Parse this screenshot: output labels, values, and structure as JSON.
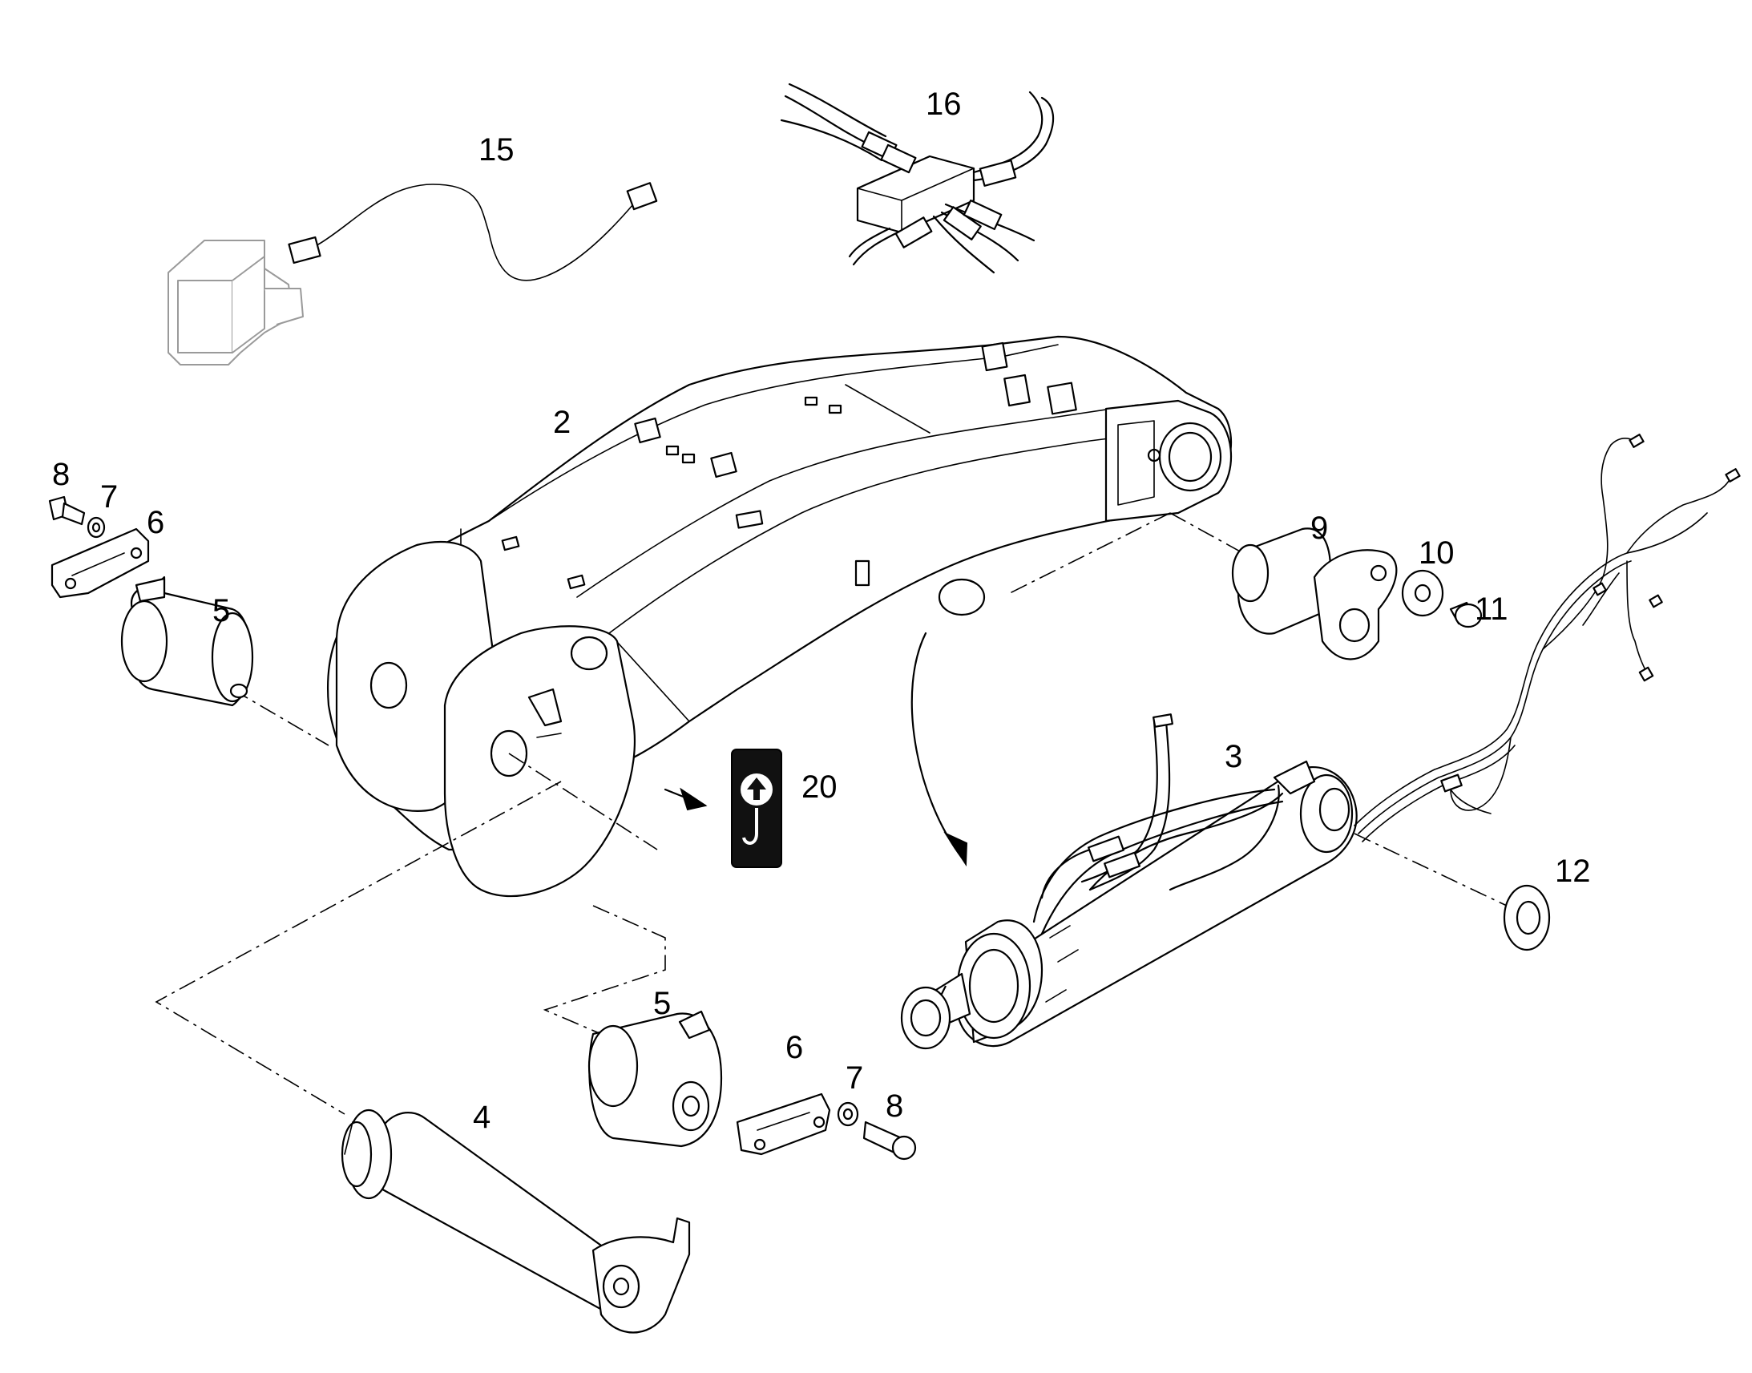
{
  "callouts": {
    "c2": "2",
    "c3": "3",
    "c4": "4",
    "c5a": "5",
    "c5b": "5",
    "c6a": "6",
    "c6b": "6",
    "c7a": "7",
    "c7b": "7",
    "c8a": "8",
    "c8b": "8",
    "c9": "9",
    "c10": "10",
    "c11": "11",
    "c12": "12",
    "c15": "15",
    "c16": "16",
    "c20": "20"
  },
  "icons": {
    "decal": "lifting-hook-icon"
  },
  "colors": {
    "line": "#000000",
    "ghost": "#9a9a9a",
    "background": "#ffffff"
  }
}
